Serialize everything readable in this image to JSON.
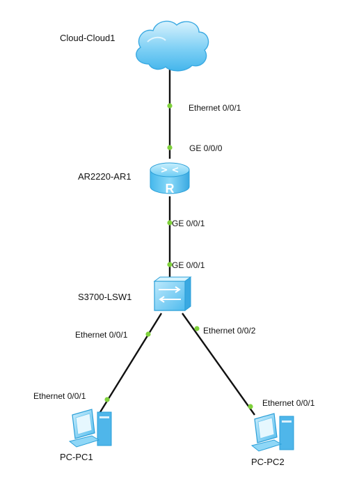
{
  "devices": {
    "cloud": {
      "name": "Cloud-Cloud1",
      "icon": "cloud-icon"
    },
    "router": {
      "name": "AR2220-AR1",
      "icon": "router-icon"
    },
    "switch": {
      "name": "S3700-LSW1",
      "icon": "switch-icon"
    },
    "pc1": {
      "name": "PC-PC1",
      "icon": "pc-icon"
    },
    "pc2": {
      "name": "PC-PC2",
      "icon": "pc-icon"
    }
  },
  "links": [
    {
      "from": "cloud",
      "to": "router",
      "from_port": "Ethernet 0/0/1",
      "to_port": "GE 0/0/0"
    },
    {
      "from": "router",
      "to": "switch",
      "from_port": "GE 0/0/1",
      "to_port": "GE 0/0/1"
    },
    {
      "from": "switch",
      "to": "pc1",
      "from_port": "Ethernet 0/0/1",
      "to_port": "Ethernet 0/0/1"
    },
    {
      "from": "switch",
      "to": "pc2",
      "from_port": "Ethernet 0/0/2",
      "to_port": "Ethernet 0/0/1"
    }
  ],
  "colors": {
    "link": "#111111",
    "port_dot": "#7fd13b",
    "device_blue": "#5ec8f2",
    "device_dark": "#2a9fd8",
    "background": "#ffffff"
  }
}
